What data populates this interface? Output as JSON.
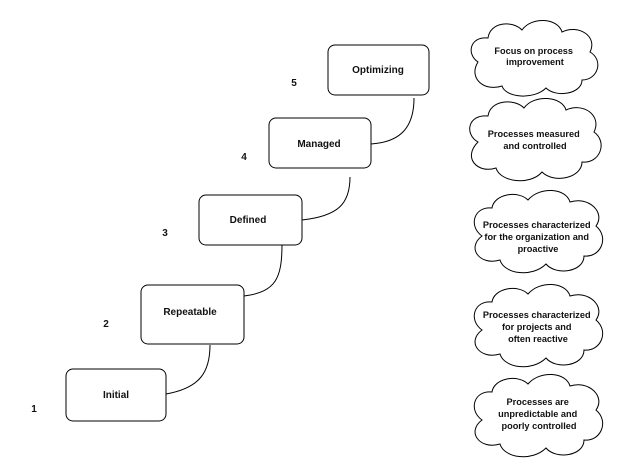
{
  "levels": [
    {
      "number": "1",
      "label": "Initial"
    },
    {
      "number": "2",
      "label": "Repeatable"
    },
    {
      "number": "3",
      "label": "Defined"
    },
    {
      "number": "4",
      "label": "Managed"
    },
    {
      "number": "5",
      "label": "Optimizing"
    }
  ],
  "descriptions": [
    {
      "lines": [
        "Processes are",
        "unpredictable and",
        "poorly controlled"
      ]
    },
    {
      "lines": [
        "Processes characterized",
        "for projects and",
        "often reactive"
      ]
    },
    {
      "lines": [
        "Processes characterized",
        "for the organization and",
        "proactive"
      ]
    },
    {
      "lines": [
        "Processes measured",
        "and controlled"
      ]
    },
    {
      "lines": [
        "Focus on process",
        "improvement"
      ]
    }
  ]
}
